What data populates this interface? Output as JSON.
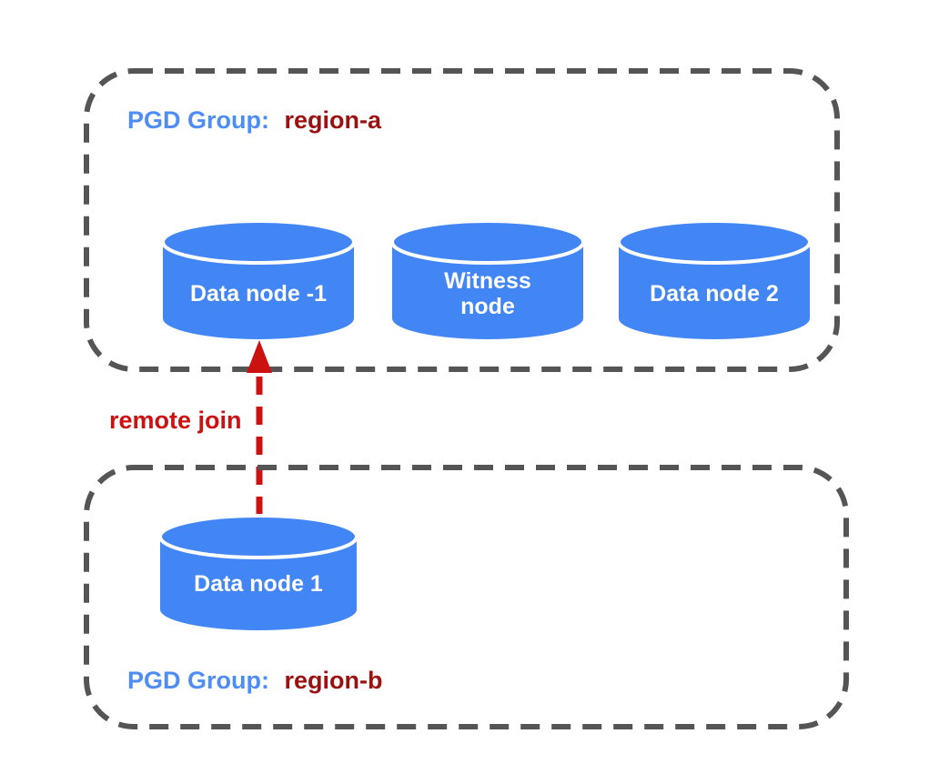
{
  "colors": {
    "background": "#ffffff",
    "group_border": "#555555",
    "group_label_blue": "#4d8df5",
    "region_dark_red": "#9b1111",
    "node_fill": "#4285f4",
    "node_top_stroke": "#ffffff",
    "node_text": "#ffffff",
    "arrow_red": "#cc1111"
  },
  "groups": [
    {
      "label_prefix": "PGD Group:",
      "region": "region-a",
      "nodes": [
        {
          "lines": [
            "Data node -1"
          ]
        },
        {
          "lines": [
            "Witness",
            "node"
          ]
        },
        {
          "lines": [
            "Data node 2"
          ]
        }
      ]
    },
    {
      "label_prefix": "PGD Group:",
      "region": "region-b",
      "nodes": [
        {
          "lines": [
            "Data node 1"
          ]
        }
      ]
    }
  ],
  "arrow": {
    "label": "remote join"
  }
}
